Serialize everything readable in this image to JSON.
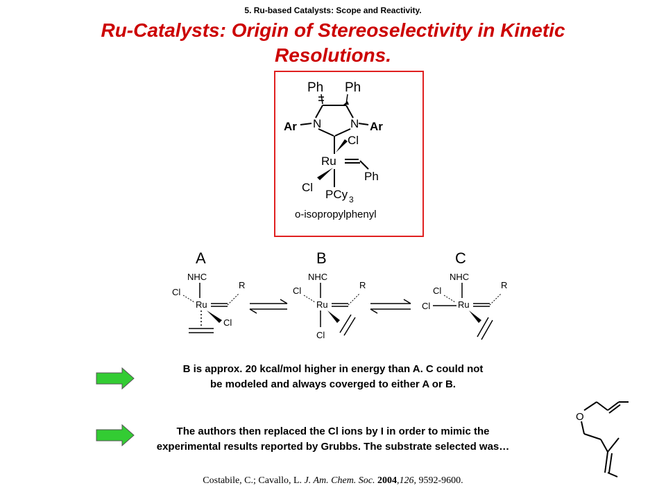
{
  "header": {
    "section": "5. Ru-based Catalysts: Scope and Reactivity.",
    "title": "Ru-Catalysts: Origin of Stereoselectivity in Kinetic Resolutions."
  },
  "catalyst": {
    "ph_left": "Ph",
    "ph_right": "Ph",
    "ar_left": "Ar",
    "ar_right": "Ar",
    "n_left": "N",
    "n_right": "N",
    "cl_top": "Cl",
    "ru": "Ru",
    "ph_alkylidene": "Ph",
    "cl_bottom": "Cl",
    "pcy": "PCy",
    "pcy_sub": "3",
    "ar_def": "o-isopropylphenyl"
  },
  "isomers": [
    {
      "label": "A",
      "nhc": "NHC",
      "ru": "Ru",
      "r": "R",
      "cl1": "Cl",
      "cl2": "Cl"
    },
    {
      "label": "B",
      "nhc": "NHC",
      "ru": "Ru",
      "r": "R",
      "cl1": "Cl",
      "cl2": "Cl"
    },
    {
      "label": "C",
      "nhc": "NHC",
      "ru": "Ru",
      "r": "R",
      "cl1": "Cl",
      "cl2": "Cl"
    }
  ],
  "notes": [
    {
      "line1": "B is approx. 20 kcal/mol higher in energy than A.  C could not",
      "line2": "be modeled and always coverged to either A or B."
    },
    {
      "line1": "The authors then replaced the Cl ions by I in order to mimic the",
      "line2": "experimental results reported by Grubbs.  The substrate selected was…"
    }
  ],
  "substrate": {
    "o_label": "O"
  },
  "colors": {
    "title": "#cc0000",
    "box_border": "#e02020",
    "arrow_fill": "#33cc33"
  },
  "citation": {
    "authors": "Costabile, C.; Cavallo, L. ",
    "journal": "J. Am. Chem. Soc.",
    "year": "2004",
    "volume": "126",
    "pages": ", 9592-9600."
  }
}
